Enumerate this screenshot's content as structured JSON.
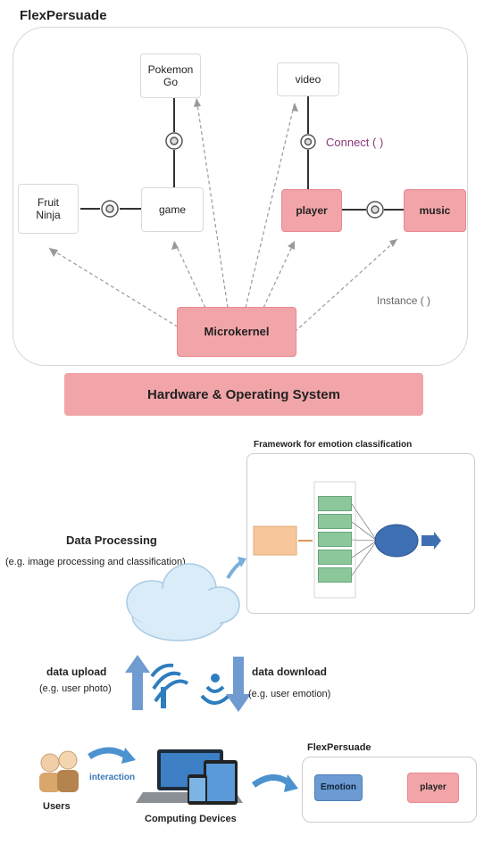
{
  "top": {
    "title": "FlexPersuade",
    "nodes": {
      "pokemon": "Pokemon Go",
      "video": "video",
      "fruit": "Fruit Ninja",
      "game": "game",
      "player": "player",
      "music": "music",
      "microkernel": "Microkernel"
    },
    "connect": "Connect ( )",
    "instance": "Instance ( )",
    "hardware": "Hardware & Operating System"
  },
  "bottom": {
    "framework_title": "Framework for emotion classification",
    "data_processing": "Data Processing",
    "data_processing_sub": "(e.g. image processing and classification)",
    "upload": "data upload",
    "upload_sub": "(e.g. user photo)",
    "download": "data download",
    "download_sub": "(e.g. user emotion)",
    "users": "Users",
    "interaction": "interaction",
    "devices": "Computing Devices",
    "flex_small": "FlexPersuade",
    "emotion": "Emotion",
    "player": "player"
  },
  "colors": {
    "pink": "#f2a5a9",
    "blue_arrow": "#6f9bd1",
    "cloud": "#d9ecf8",
    "emotion_box": "#6b9bd2",
    "orange": "#f7c79b",
    "green": "#8cc79a"
  }
}
